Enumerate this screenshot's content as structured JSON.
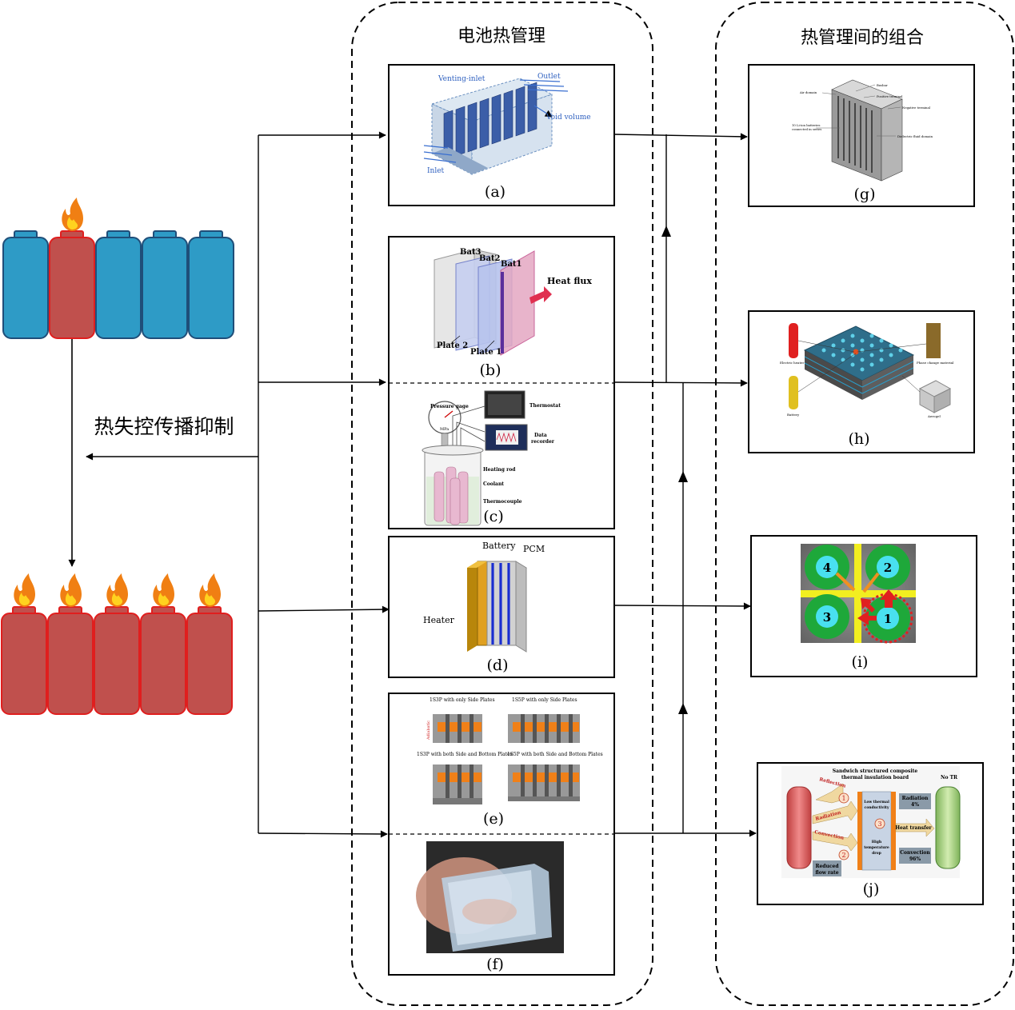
{
  "columns": {
    "bms_title": "电池热管理",
    "combo_title": "热管理间的组合"
  },
  "left": {
    "propagation_label": "热失控传播抑制"
  },
  "panels": {
    "a": {
      "caption": "(a)",
      "labels": {
        "venting_inlet": "Venting-inlet",
        "outlet": "Outlet",
        "void_volume": "Void volume",
        "inlet": "Inlet"
      }
    },
    "b": {
      "caption": "(b)",
      "labels": {
        "bat3": "Bat3",
        "bat2": "Bat2",
        "bat1": "Bat1",
        "heat_flux": "Heat flux",
        "plate2": "Plate 2",
        "plate1": "Plate 1"
      }
    },
    "c": {
      "caption": "(c)",
      "labels": {
        "pressure_gage": "Pressure gage",
        "mpa": "MPa",
        "thermostat": "Thermostat",
        "data": "Data",
        "recorder": "recorder",
        "heating_rod": "Heating rod",
        "coolant": "Coolant",
        "thermocouple": "Thermocouple"
      }
    },
    "d": {
      "caption": "(d)",
      "labels": {
        "battery": "Battery",
        "pcm": "PCM",
        "heater": "Heater"
      }
    },
    "e": {
      "caption": "(e)",
      "labels": {
        "t1": "1S3P with only Side Plates",
        "t2": "1S5P with only Side Plates",
        "t3": "1S3P with both Side and Bottom Plates",
        "t4": "1S5P with both Side and Bottom Plates",
        "adiabatic": "Adiabatic"
      }
    },
    "f": {
      "caption": "(f)"
    },
    "g": {
      "caption": "(g)",
      "labels": {
        "air_domain": "Air domain",
        "busbar": "Busbar",
        "positive": "Positive terminal",
        "negative": "Negative terminal",
        "cells1": "10 Li-ion batteries",
        "cells2": "connected in series",
        "dielectric": "Dielectric fluid domain"
      }
    },
    "h": {
      "caption": "(h)",
      "labels": {
        "heater": "Electric heater",
        "pcm": "Phase change material",
        "battery": "Battery",
        "aerogel": "Aerogel"
      }
    },
    "i": {
      "caption": "(i)",
      "labels": {
        "n1": "1",
        "n2": "2",
        "n3": "3",
        "n4": "4"
      }
    },
    "j": {
      "caption": "(j)",
      "labels": {
        "title1": "Sandwich structured composite",
        "title2": "thermal insulation board",
        "no_tr": "No TR",
        "reflection": "Reflection",
        "radiation": "Radiation",
        "convection": "Convection",
        "reduced1": "Reduced",
        "reduced2": "flow rate",
        "low1": "Low thermal",
        "low2": "conductivity",
        "high1": "High",
        "high2": "temperature",
        "high3": "drop",
        "rad1": "Radiation",
        "rad2": "4%",
        "heat_transfer": "Heat transfer",
        "conv1": "Convection",
        "conv2": "96%",
        "c1": "1",
        "c2": "2",
        "c3": "3"
      }
    }
  },
  "colors": {
    "battery_blue": "#2e9bc6",
    "battery_blue_border": "#1f4e79",
    "battery_red": "#c0504d",
    "battery_red_border": "#e01e1e",
    "flame_outer": "#f07f13",
    "flame_inner": "#ffd21f"
  },
  "icons": [
    "flame-icon",
    "battery-cell-icon",
    "arrow-head-icon"
  ]
}
